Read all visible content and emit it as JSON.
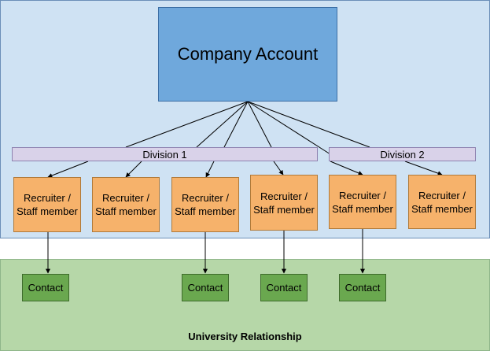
{
  "company": {
    "label": "Company Account"
  },
  "divisions": [
    {
      "label": "Division 1"
    },
    {
      "label": "Division 2"
    }
  ],
  "recruiters": [
    {
      "label": "Recruiter / Staff member"
    },
    {
      "label": "Recruiter / Staff member"
    },
    {
      "label": "Recruiter / Staff member"
    },
    {
      "label": "Recruiter / Staff member"
    },
    {
      "label": "Recruiter / Staff member"
    },
    {
      "label": "Recruiter / Staff member"
    }
  ],
  "contacts": [
    {
      "label": "Contact"
    },
    {
      "label": "Contact"
    },
    {
      "label": "Contact"
    },
    {
      "label": "Contact"
    }
  ],
  "university": {
    "label": "University Relationship"
  },
  "colors": {
    "company_fill": "#6fa8dc",
    "division_fill": "#d9d2e9",
    "recruiter_fill": "#f6b26b",
    "contact_fill": "#6aa84f",
    "company_region": "#cfe2f3",
    "university_region": "#b6d7a8"
  }
}
